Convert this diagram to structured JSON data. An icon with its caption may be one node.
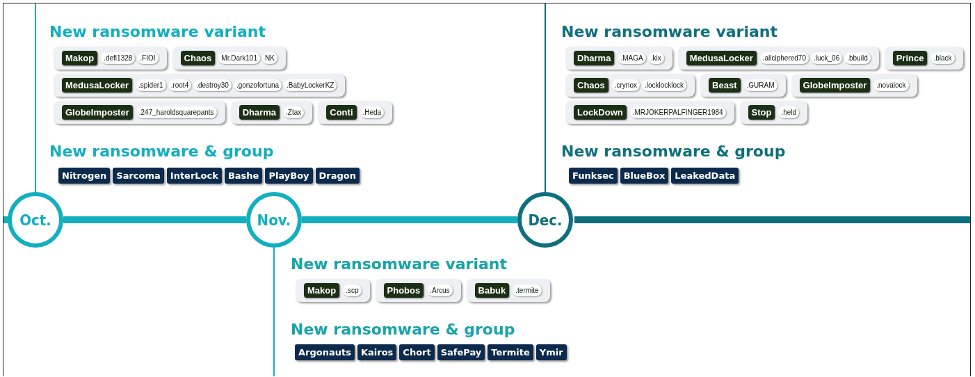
{
  "diagram": {
    "nodes": [
      {
        "text": [
          "Makop",
          ".defi1328",
          ".FIOI"
        ]
      },
      {
        "text": [
          "Chaos",
          "Mr.Dark101",
          "NK"
        ]
      },
      {
        "text": [
          "MedusaLocker",
          ".spider1",
          ".root4",
          ".destroy30",
          ".gonzofortuna",
          ".BabyLockerKZ"
        ]
      },
      {
        "text": [
          "GlobeImposter",
          ".247_haroldsquarepants"
        ]
      },
      {
        "text": [
          "Dharma",
          ".Ztax"
        ]
      },
      {
        "text": [
          "Conti",
          ".Heda"
        ]
      },
      {
        "text": [
          "Nitrogen"
        ]
      },
      {
        "text": [
          "Sarcoma"
        ]
      },
      {
        "text": [
          "InterLock"
        ]
      },
      {
        "text": [
          "Bashe"
        ]
      },
      {
        "text": [
          "PlayBoy"
        ]
      },
      {
        "text": [
          "Dragon"
        ]
      },
      {
        "text": [
          "Dharma",
          ".MAGA",
          ".kix"
        ]
      },
      {
        "text": [
          "MedusaLocker",
          ".allciphered70",
          ".luck_06",
          ".bbuild"
        ]
      },
      {
        "text": [
          "Prince",
          ".black"
        ]
      },
      {
        "text": [
          "Chaos",
          ".crynox",
          ".locklocklock"
        ]
      },
      {
        "text": [
          "Beast",
          ".GURAM"
        ]
      },
      {
        "text": [
          "GlobeImposter",
          ".novalock"
        ]
      },
      {
        "text": [
          "LockDown",
          ".MRJOKERPALFINGER1984"
        ]
      },
      {
        "text": [
          "Stop",
          ".held"
        ]
      },
      {
        "text": [
          "Funksec"
        ]
      },
      {
        "text": [
          "BlueBox"
        ]
      },
      {
        "text": [
          "LeakedData"
        ]
      },
      {
        "text": [
          "Oct."
        ]
      },
      {
        "text": [
          "Nov."
        ]
      },
      {
        "text": [
          "Dec."
        ]
      },
      {
        "text": [
          "Makop",
          ".scp"
        ]
      },
      {
        "text": [
          "Phobos",
          ".Arcus"
        ]
      },
      {
        "text": [
          "Babuk",
          ".termite"
        ]
      },
      {
        "text": [
          "Argonauts"
        ]
      },
      {
        "text": [
          "Kairos"
        ]
      },
      {
        "text": [
          "Chort"
        ]
      },
      {
        "text": [
          "SafePay"
        ]
      },
      {
        "text": [
          "Termite"
        ]
      },
      {
        "text": [
          "Ymir"
        ]
      }
    ],
    "edges": [
      {
        "from": 23,
        "to": 24,
        "arrow": "none"
      },
      {
        "from": 24,
        "to": 25,
        "arrow": "none"
      }
    ],
    "labels": [
      "New ransomware variant",
      "New ransomware & group",
      "New ransomware variant",
      "New ransomware & group",
      "New ransomware variant",
      "New ransomware & group"
    ]
  }
}
